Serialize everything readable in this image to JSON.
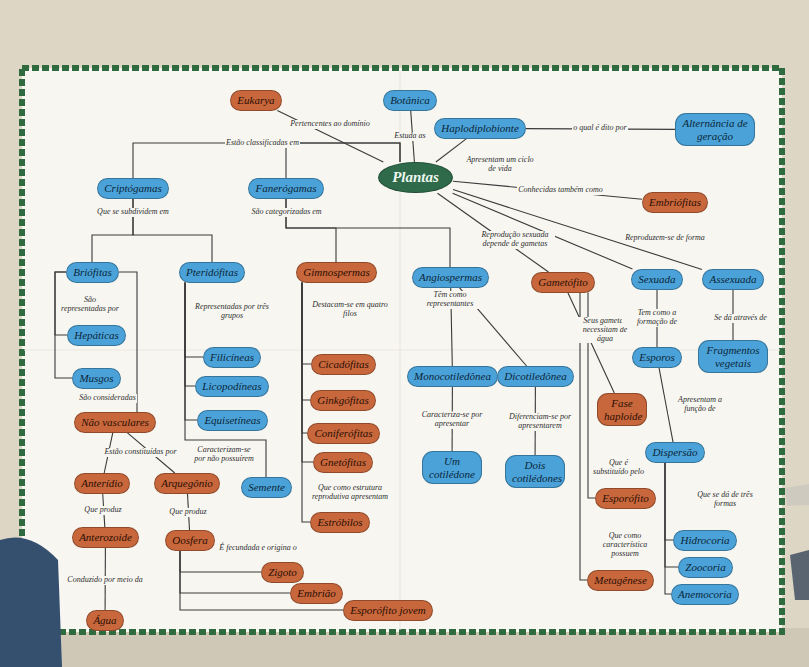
{
  "diagram": {
    "nodes": [
      {
        "text": [
          "Plantas"
        ]
      },
      {
        "text": [
          "Botânica"
        ]
      },
      {
        "text": [
          "Eukarya"
        ]
      },
      {
        "text": [
          "Haplodiplobionte"
        ]
      },
      {
        "text": [
          "Alternância de geração"
        ]
      },
      {
        "text": [
          "Embriófitas"
        ]
      },
      {
        "text": [
          "Criptógamas"
        ]
      },
      {
        "text": [
          "Fanerógamas"
        ]
      },
      {
        "text": [
          "Briófitas"
        ]
      },
      {
        "text": [
          "Pteridófitas"
        ]
      },
      {
        "text": [
          "Gimnospermas"
        ]
      },
      {
        "text": [
          "Angiospermas"
        ]
      },
      {
        "text": [
          "Gametófito"
        ]
      },
      {
        "text": [
          "Sexuada"
        ]
      },
      {
        "text": [
          "Assexuada"
        ]
      },
      {
        "text": [
          "Hepáticas"
        ]
      },
      {
        "text": [
          "Musgos"
        ]
      },
      {
        "text": [
          "Filicíneas"
        ]
      },
      {
        "text": [
          "Licopodíneas"
        ]
      },
      {
        "text": [
          "Equisetíneas"
        ]
      },
      {
        "text": [
          "Cicadófitas"
        ]
      },
      {
        "text": [
          "Ginkgófitas"
        ]
      },
      {
        "text": [
          "Coniferófitas"
        ]
      },
      {
        "text": [
          "Gnetófitas"
        ]
      },
      {
        "text": [
          "Monocotiledônea"
        ]
      },
      {
        "text": [
          "Dicotiledônea"
        ]
      },
      {
        "text": [
          "Esporos"
        ]
      },
      {
        "text": [
          "Fragmentos vegetais"
        ]
      },
      {
        "text": [
          "Não vasculares"
        ]
      },
      {
        "text": [
          "Fase haploide"
        ]
      },
      {
        "text": [
          "Um cotilédone"
        ]
      },
      {
        "text": [
          "Dois cotilédones"
        ]
      },
      {
        "text": [
          "Dispersão"
        ]
      },
      {
        "text": [
          "Semente"
        ]
      },
      {
        "text": [
          "Anterídio"
        ]
      },
      {
        "text": [
          "Arquegônio"
        ]
      },
      {
        "text": [
          "Anterozoide"
        ]
      },
      {
        "text": [
          "Oosfera"
        ]
      },
      {
        "text": [
          "Esporófito"
        ]
      },
      {
        "text": [
          "Estróbilos"
        ]
      },
      {
        "text": [
          "Hidrocoria"
        ]
      },
      {
        "text": [
          "Zoocoria"
        ]
      },
      {
        "text": [
          "Anemocoria"
        ]
      },
      {
        "text": [
          "Metagênese"
        ]
      },
      {
        "text": [
          "Zigoto"
        ]
      },
      {
        "text": [
          "Embrião"
        ]
      },
      {
        "text": [
          "Esporófito jovem"
        ]
      },
      {
        "text": [
          "Água"
        ]
      }
    ],
    "edges": [
      {
        "from": 1,
        "to": 0,
        "label": "Estuda as",
        "arrow": "none"
      },
      {
        "from": 0,
        "to": 2,
        "label": "Pertencentes ao domínio",
        "arrow": "none"
      },
      {
        "from": 0,
        "to": 3,
        "label": "Apresentam um ciclo de vida",
        "arrow": "none"
      },
      {
        "from": 3,
        "to": 4,
        "label": "o qual é dito por",
        "arrow": "none"
      },
      {
        "from": 0,
        "to": 5,
        "label": "Conhecidas também como",
        "arrow": "none"
      },
      {
        "from": 0,
        "to": 6,
        "label": "Estão classificadas em",
        "arrow": "none"
      },
      {
        "from": 0,
        "to": 7,
        "arrow": "none"
      },
      {
        "from": 0,
        "to": 12,
        "label": "Reprodução sexuada depende de gametas",
        "arrow": "none"
      },
      {
        "from": 0,
        "to": 13,
        "label": "Reproduzem-se de forma",
        "arrow": "none"
      },
      {
        "from": 0,
        "to": 14,
        "arrow": "none"
      },
      {
        "from": 6,
        "to": 8,
        "label": "Que se subdividem em",
        "arrow": "none"
      },
      {
        "from": 6,
        "to": 9,
        "arrow": "none"
      },
      {
        "from": 7,
        "to": 10,
        "label": "São categorizadas em",
        "arrow": "none"
      },
      {
        "from": 7,
        "to": 11,
        "arrow": "none"
      },
      {
        "from": 8,
        "to": 15,
        "label": "São representadas por",
        "arrow": "none"
      },
      {
        "from": 8,
        "to": 16,
        "arrow": "none"
      },
      {
        "from": 8,
        "to": 28,
        "label": "São consideradas",
        "arrow": "none"
      },
      {
        "from": 9,
        "to": 17,
        "label": "Representadas por três grupos",
        "arrow": "none"
      },
      {
        "from": 9,
        "to": 18,
        "arrow": "none"
      },
      {
        "from": 9,
        "to": 19,
        "arrow": "none"
      },
      {
        "from": 9,
        "to": 33,
        "label": "Caracterizam-se por não possuírem",
        "arrow": "none"
      },
      {
        "from": 10,
        "to": 20,
        "label": "Destacam-se em quatro filos",
        "arrow": "none"
      },
      {
        "from": 10,
        "to": 21,
        "arrow": "none"
      },
      {
        "from": 10,
        "to": 22,
        "arrow": "none"
      },
      {
        "from": 10,
        "to": 23,
        "arrow": "none"
      },
      {
        "from": 10,
        "to": 39,
        "label": "Que como estrutura reprodutiva apresentam",
        "arrow": "none"
      },
      {
        "from": 11,
        "to": 24,
        "label": "Têm como representantes",
        "arrow": "none"
      },
      {
        "from": 11,
        "to": 25,
        "arrow": "none"
      },
      {
        "from": 12,
        "to": 29,
        "label": "Seus gametas necessitam de água",
        "arrow": "none"
      },
      {
        "from": 12,
        "to": 38,
        "label": "Que é substituído pelo",
        "arrow": "none"
      },
      {
        "from": 12,
        "to": 43,
        "label": "Que como característica possuem",
        "arrow": "none"
      },
      {
        "from": 13,
        "to": 26,
        "label": "Tem como a formação de",
        "arrow": "none"
      },
      {
        "from": 14,
        "to": 27,
        "label": "Se dá através de",
        "arrow": "none"
      },
      {
        "from": 24,
        "to": 30,
        "label": "Caracteriza-se por apresentar",
        "arrow": "none"
      },
      {
        "from": 25,
        "to": 31,
        "label": "Diferenciam-se por apresentarem",
        "arrow": "none"
      },
      {
        "from": 26,
        "to": 32,
        "label": "Apresentam a função de",
        "arrow": "none"
      },
      {
        "from": 32,
        "to": 40,
        "label": "Que se dá de três formas",
        "arrow": "none"
      },
      {
        "from": 32,
        "to": 41,
        "arrow": "none"
      },
      {
        "from": 32,
        "to": 42,
        "arrow": "none"
      },
      {
        "from": 28,
        "to": 34,
        "label": "Estão constituídas por",
        "arrow": "none"
      },
      {
        "from": 28,
        "to": 35,
        "arrow": "none"
      },
      {
        "from": 34,
        "to": 36,
        "label": "Que produz",
        "arrow": "none"
      },
      {
        "from": 35,
        "to": 37,
        "label": "Que produz",
        "arrow": "none"
      },
      {
        "from": 36,
        "to": 47,
        "label": "Conduzido por meio da",
        "arrow": "none"
      },
      {
        "from": 37,
        "to": 44,
        "label": "É fecundada e origina o",
        "arrow": "none"
      },
      {
        "from": 37,
        "to": 45,
        "arrow": "none"
      },
      {
        "from": 37,
        "to": 46,
        "arrow": "none"
      }
    ]
  }
}
